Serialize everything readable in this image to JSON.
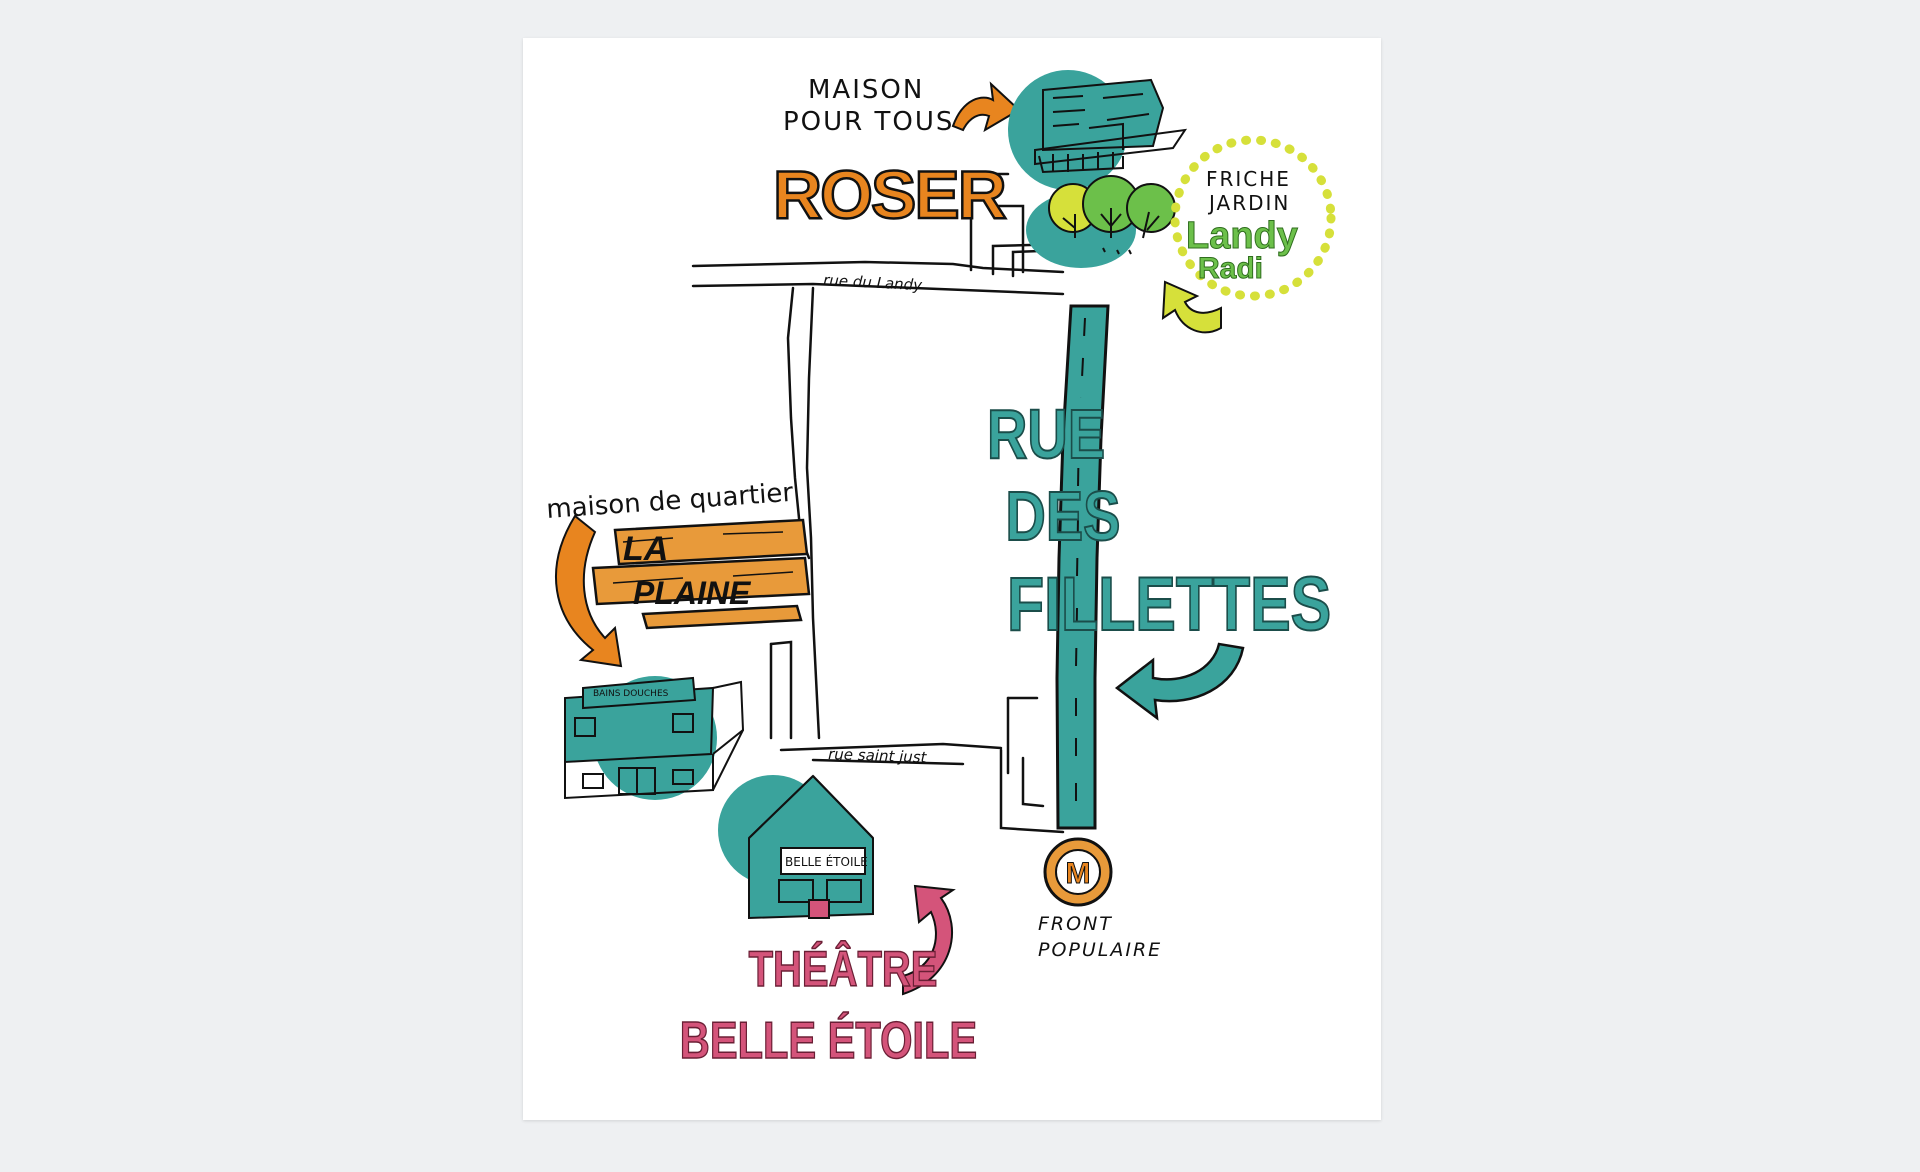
{
  "poster": {
    "roser": {
      "line1": "MAISON",
      "line2": "POUR TOUS",
      "name": "ROSER"
    },
    "landy": {
      "line1": "FRICHE",
      "line2": "JARDIN",
      "name1": "Landy",
      "name2": "Radi"
    },
    "streets": {
      "landy": "rue du Landy",
      "saint_just": "rue saint just"
    },
    "fillettes": {
      "line1": "RUE",
      "line2": "DES",
      "line3": "FILLETTES"
    },
    "plaine": {
      "caption": "maison de quartier",
      "line1": "LA",
      "line2": "PLAINE"
    },
    "bains": {
      "sign": "BAINS DOUCHES"
    },
    "belle_etoile": {
      "sign": "BELLE ÉTOILE",
      "line1": "THÉÂTRE",
      "line2": "BELLE ÉTOILE"
    },
    "metro": {
      "symbol": "M",
      "line1": "FRONT",
      "line2": "POPULAIRE"
    },
    "colors": {
      "teal": "#3aa39c",
      "orange": "#e8851f",
      "green": "#6cc04a",
      "lime": "#d6e03a",
      "pink": "#d4547a",
      "wood": "#e89a3a",
      "background": "#eef0f2"
    }
  }
}
